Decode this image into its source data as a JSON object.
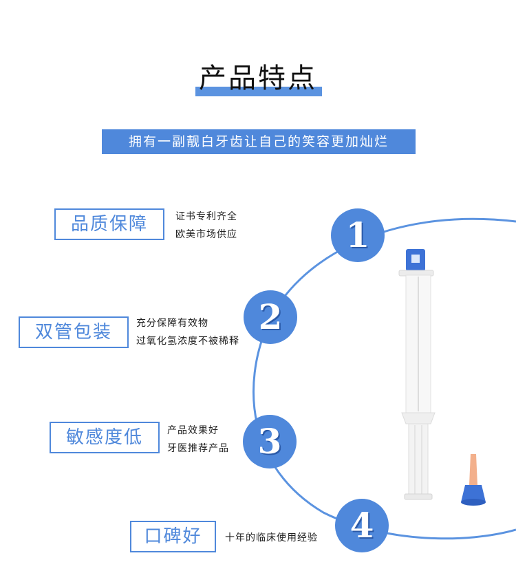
{
  "header": {
    "title": "产品特点",
    "subtitle": "拥有一副靓白牙齿让自己的笑容更加灿烂"
  },
  "features": [
    {
      "number": "1",
      "title": "品质保障",
      "lines": [
        "证书专利齐全",
        "欧美市场供应"
      ]
    },
    {
      "number": "2",
      "title": "双管包装",
      "lines": [
        "充分保障有效物",
        "过氧化氢浓度不被稀释"
      ]
    },
    {
      "number": "3",
      "title": "敏感度低",
      "lines": [
        "产品效果好",
        "牙医推荐产品"
      ]
    },
    {
      "number": "4",
      "title": "口碑好",
      "lines": [
        "十年的临床使用经验"
      ]
    }
  ],
  "colors": {
    "accent": "#4f88db",
    "text": "#222222",
    "background": "#ffffff"
  },
  "product_image": {
    "icon": "dual-barrel-syringe-icon"
  }
}
